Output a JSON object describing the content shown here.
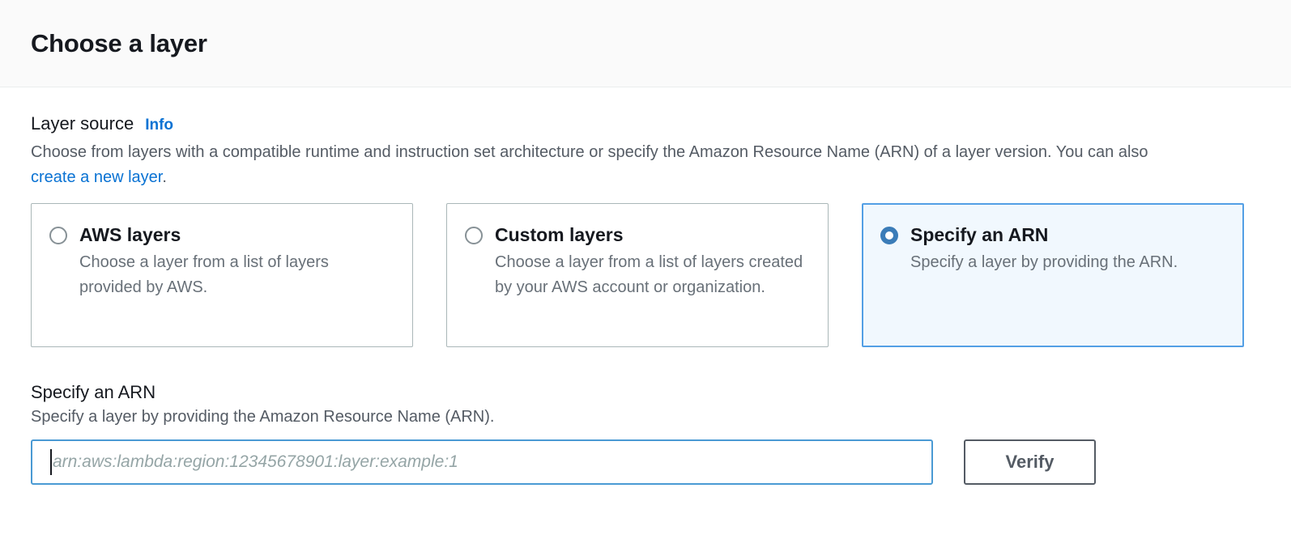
{
  "header": {
    "title": "Choose a layer"
  },
  "layer_source": {
    "label": "Layer source",
    "info_label": "Info",
    "description_part1": "Choose from layers with a compatible runtime and instruction set architecture or specify the Amazon Resource Name (ARN) of a layer version. You can also ",
    "description_link": "create a new layer",
    "description_part2": ".",
    "options": [
      {
        "title": "AWS layers",
        "description": "Choose a layer from a list of layers provided by AWS.",
        "selected": false
      },
      {
        "title": "Custom layers",
        "description": "Choose a layer from a list of layers created by your AWS account or organization.",
        "selected": false
      },
      {
        "title": "Specify an ARN",
        "description": "Specify a layer by providing the ARN.",
        "selected": true
      }
    ]
  },
  "arn_section": {
    "title": "Specify an ARN",
    "description": "Specify a layer by providing the Amazon Resource Name (ARN).",
    "input_placeholder": "arn:aws:lambda:region:12345678901:layer:example:1",
    "input_value": "",
    "verify_label": "Verify"
  },
  "colors": {
    "link_blue": "#0972d3",
    "selected_border": "#539fe5",
    "selected_background": "#f1f8fe",
    "radio_selected": "#3b7cb8",
    "input_focus_border": "#4a9ad4",
    "button_border": "#545b64",
    "text_primary": "#16191f",
    "text_secondary": "#545b64"
  }
}
